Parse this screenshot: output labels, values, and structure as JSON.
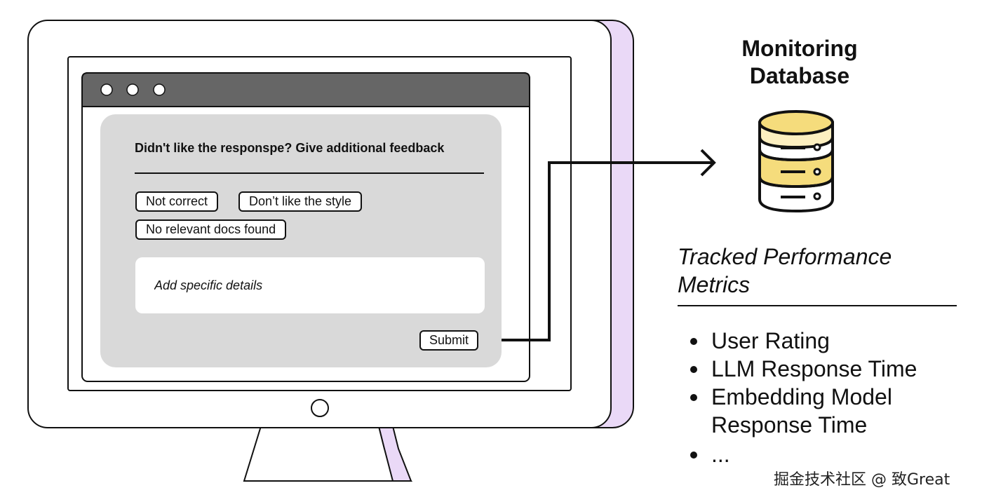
{
  "feedback_dialog": {
    "title": "Didn't like the responspe? Give additional feedback",
    "chips": [
      "Not correct",
      "Don’t like the style",
      "No relevant docs found"
    ],
    "details_placeholder": "Add specific details",
    "submit_label": "Submit"
  },
  "database": {
    "title_line1": "Monitoring",
    "title_line2": "Database",
    "icon": "database-icon"
  },
  "metrics": {
    "title_line1": "Tracked Performance",
    "title_line2": "Metrics",
    "items": [
      "User Rating",
      "LLM Response Time",
      "Embedding Model",
      "Response Time",
      "..."
    ]
  },
  "watermark": "掘金技术社区 @ 致Great",
  "colors": {
    "monitor_shadow": "#ead9f7",
    "browser_bar": "#666666",
    "dialog_bg": "#d9d9d9",
    "db_highlight": "#f5dc7c",
    "db_light": "#fcefc0"
  }
}
